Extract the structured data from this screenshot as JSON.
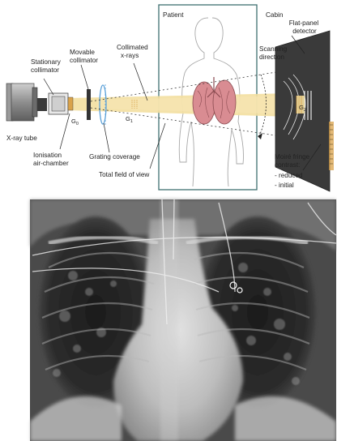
{
  "diagram": {
    "labels": {
      "patient": "Patient",
      "cabin": "Cabin",
      "detector_1": "Flat-panel",
      "detector_2": "detector",
      "stationary_1": "Stationary",
      "stationary_2": "collimator",
      "movable_1": "Movable",
      "movable_2": "collimator",
      "collimated_1": "Collimated",
      "collimated_2": "x-rays",
      "scanning_1": "Scanning",
      "scanning_2": "direction",
      "xray_tube": "X-ray tube",
      "ionisation_1": "Ionisation",
      "ionisation_2": "air-chamber",
      "grating_coverage": "Grating coverage",
      "total_fov": "Total field of view",
      "moire_1": "Moiré fringe",
      "moire_2": "contrast:",
      "moire_reduced": "- reduced",
      "moire_initial": "- initial"
    },
    "gratings": {
      "g0": "G",
      "g0_sub": "0",
      "g1": "G",
      "g1_sub": "1",
      "g2": "G",
      "g2_sub": "2"
    },
    "colors": {
      "beam": "#f3dfa0",
      "lung": "#d98c92",
      "detector": "#3a3a3a",
      "cabin_frame": "#3e6f70",
      "grating_blue": "#5aa0d8",
      "grating_orange": "#d9a24a"
    }
  },
  "radiograph": {
    "description_icon": "chest-radiograph"
  }
}
